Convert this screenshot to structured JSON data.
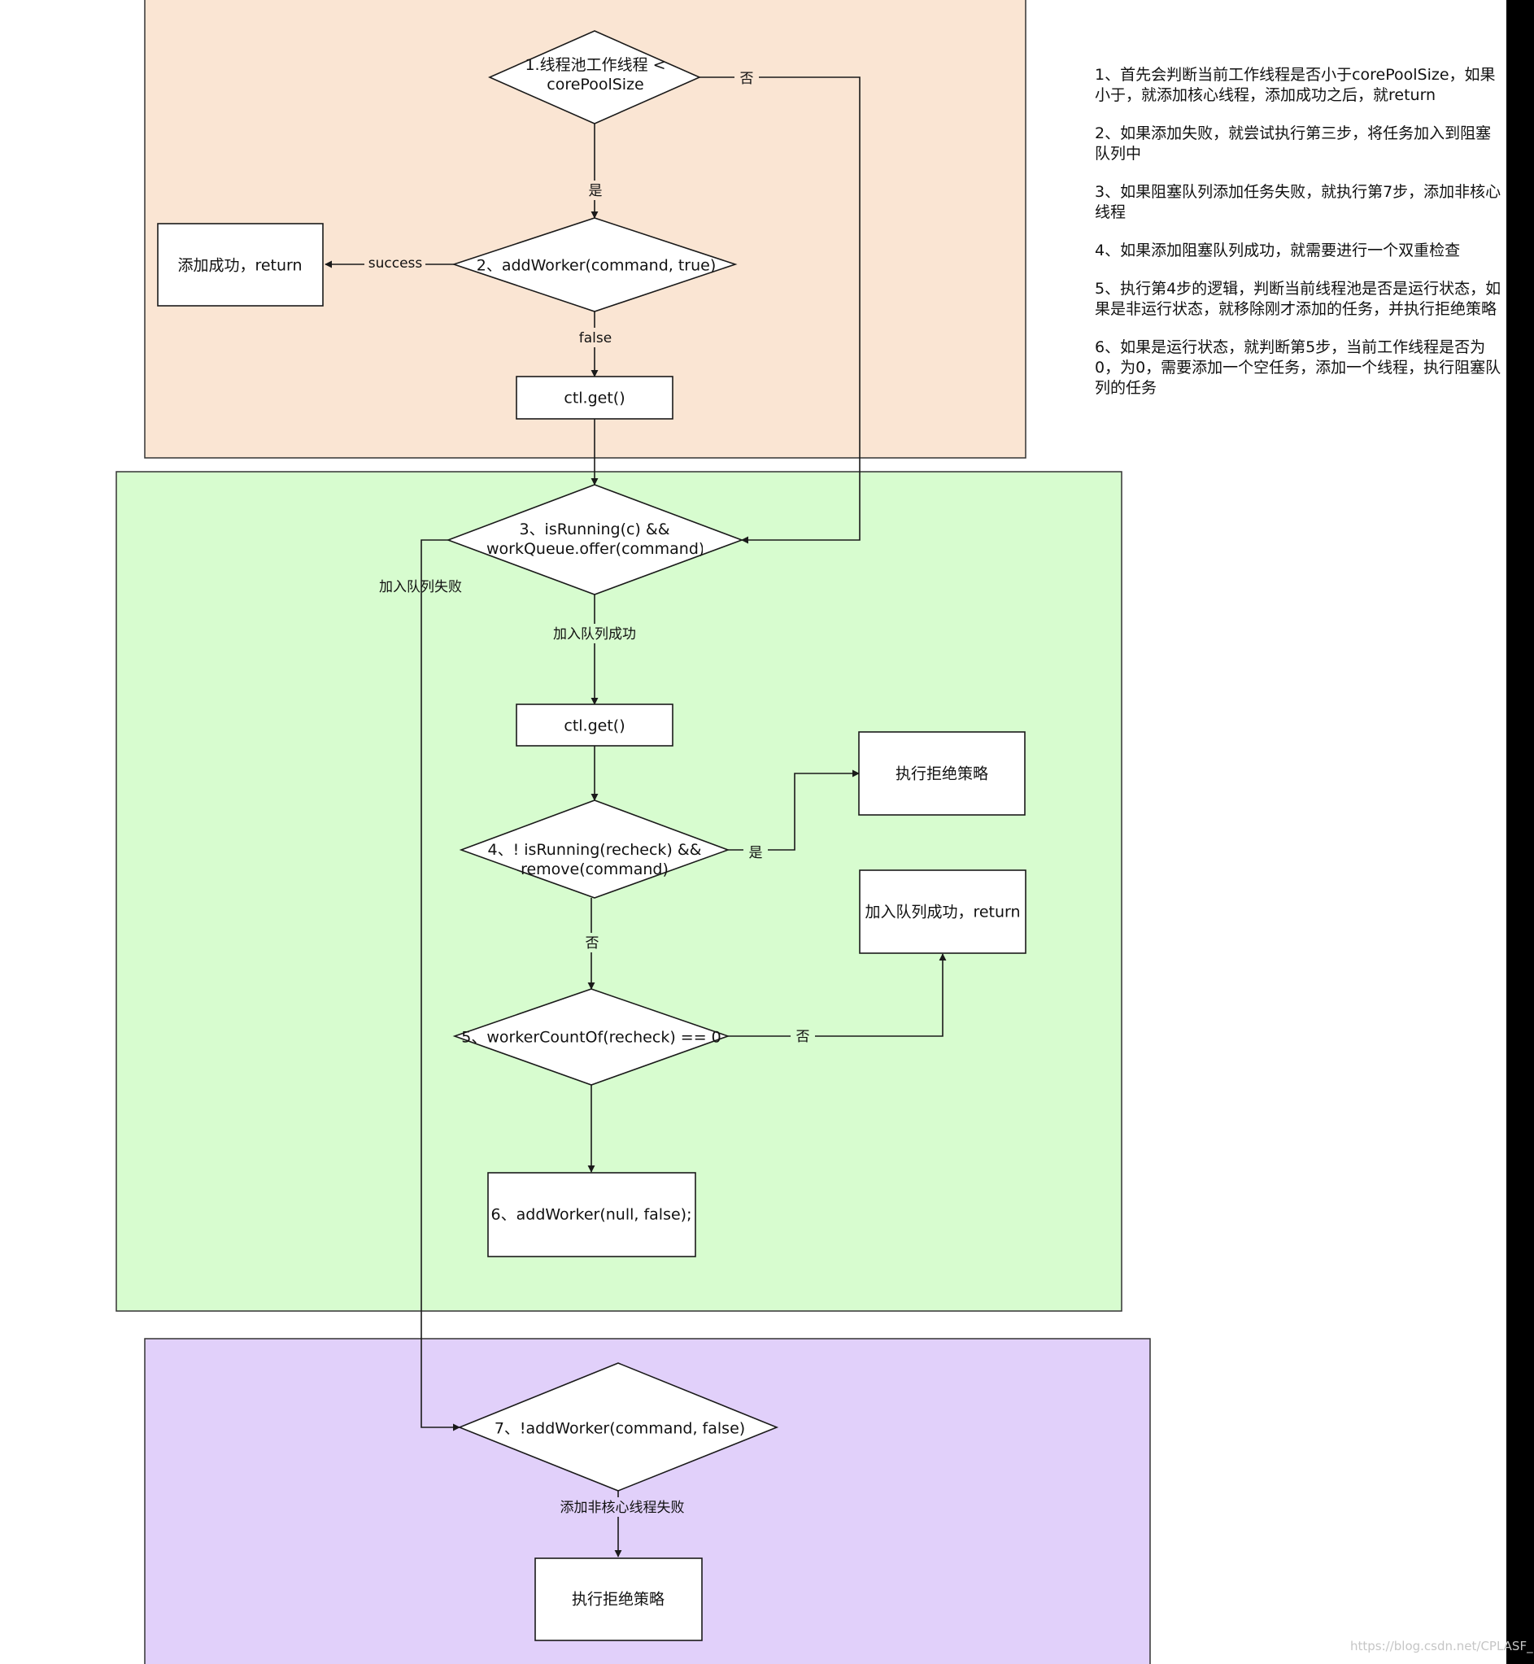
{
  "nodes": {
    "d1": "1.线程池工作线程 < corePoolSize",
    "r_add_success": "添加成功，return",
    "d2": "2、addWorker(command, true)",
    "ctl1": "ctl.get()",
    "d3": "3、isRunning(c) && workQueue.offer(command)",
    "ctl2": "ctl.get()",
    "reject1": "执行拒绝策略",
    "d4": "4、! isRunning(recheck) && remove(command)",
    "queue_success": "加入队列成功，return",
    "d5": "5、workerCountOf(recheck) == 0",
    "p6": "6、addWorker(null, false);",
    "d7": "7、!addWorker(command, false)",
    "reject2": "执行拒绝策略"
  },
  "edges": {
    "d1_no": "否",
    "d1_yes": "是",
    "d2_success": "success",
    "d2_false": "false",
    "d3_fail": "加入队列失败",
    "d3_success": "加入队列成功",
    "d4_yes": "是",
    "d4_no": "否",
    "d5_no": "否",
    "d7_fail": "添加非核心线程失败"
  },
  "notes": [
    "1、首先会判断当前工作线程是否小于corePoolSize，如果小于，就添加核心线程，添加成功之后，就return",
    "2、如果添加失败，就尝试执行第三步，将任务加入到阻塞队列中",
    "3、如果阻塞队列添加任务失败，就执行第7步，添加非核心线程",
    "4、如果添加阻塞队列成功，就需要进行一个双重检查",
    "5、执行第4步的逻辑，判断当前线程池是否是运行状态，如果是非运行状态，就移除刚才添加的任务，并执行拒绝策略",
    "6、如果是运行状态，就判断第5步，当前工作线程是否为0，为0，需要添加一个空任务，添加一个线程，执行阻塞队列的任务"
  ],
  "watermark": "https://blog.csdn.net/CPLASF_",
  "colors": {
    "region_core": "#fae5d3",
    "region_queue": "#d7fccf",
    "region_noncore": "#e1d0fa",
    "stroke": "#1a1a1a"
  }
}
